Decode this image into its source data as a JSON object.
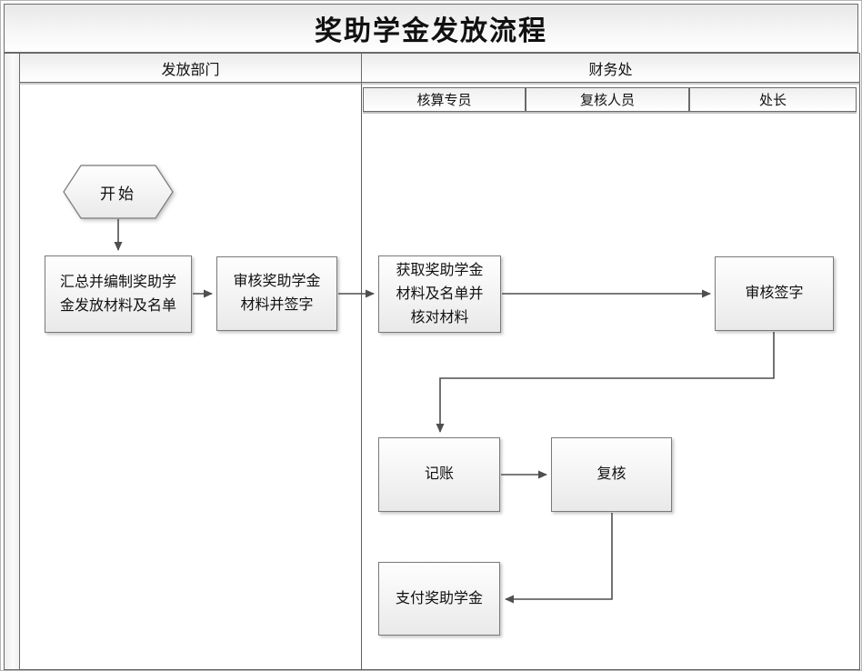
{
  "title": "奖助学金发放流程",
  "lanes": {
    "left": {
      "label": "发放部门"
    },
    "right": {
      "label": "财务处",
      "sublanes": [
        {
          "label": "核算专员"
        },
        {
          "label": "复核人员"
        },
        {
          "label": "处长"
        }
      ]
    }
  },
  "nodes": {
    "start": {
      "label": "开始",
      "shape": "hexagon",
      "lane": "发放部门"
    },
    "compile": {
      "label": "汇总并编制奖助学\n金发放材料及名单",
      "shape": "process",
      "lane": "发放部门"
    },
    "review_sign": {
      "label": "审核奖助学金\n材料并签字",
      "shape": "process",
      "lane": "发放部门"
    },
    "obtain": {
      "label": "获取奖助学金\n材料及名单并\n核对材料",
      "shape": "process",
      "lane": "财务处 / 核算专员"
    },
    "audit_sign": {
      "label": "审核签字",
      "shape": "process",
      "lane": "财务处 / 处长"
    },
    "bookkeeping": {
      "label": "记账",
      "shape": "process",
      "lane": "财务处 / 核算专员"
    },
    "recheck": {
      "label": "复核",
      "shape": "process",
      "lane": "财务处 / 复核人员"
    },
    "pay": {
      "label": "支付奖助学金",
      "shape": "process",
      "lane": "财务处 / 核算专员"
    }
  },
  "edges": [
    {
      "from": "start",
      "to": "compile"
    },
    {
      "from": "compile",
      "to": "review_sign"
    },
    {
      "from": "review_sign",
      "to": "obtain"
    },
    {
      "from": "obtain",
      "to": "audit_sign"
    },
    {
      "from": "audit_sign",
      "to": "bookkeeping"
    },
    {
      "from": "bookkeeping",
      "to": "recheck"
    },
    {
      "from": "recheck",
      "to": "pay"
    }
  ],
  "colors": {
    "structure_border": "#6a6a6a",
    "node_border": "#7a7a7a",
    "arrow": "#4f4f4f",
    "band_fill_top": "#ebebeb",
    "band_fill_bottom": "#ffffff",
    "node_fill_top": "#fefefe",
    "node_fill_bottom": "#e9e9e9"
  }
}
